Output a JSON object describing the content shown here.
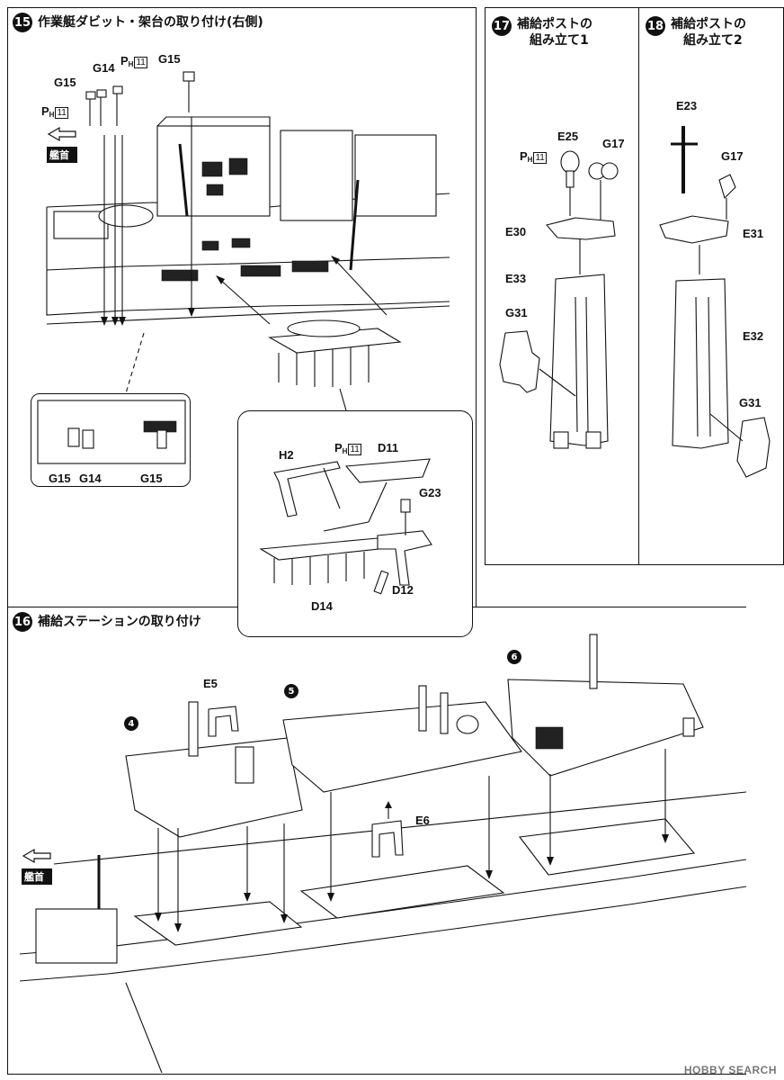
{
  "steps": {
    "s15": {
      "num": "15",
      "title": "作業艇ダビット・架台の取り付け(右側)"
    },
    "s16": {
      "num": "16",
      "title": "補給ステーションの取り付け"
    },
    "s17": {
      "num": "17",
      "title": "補給ポストの\n　組み立て1"
    },
    "s18": {
      "num": "18",
      "title": "補給ポストの\n　組み立て2"
    }
  },
  "bow_label": "艦首",
  "photo_etch": {
    "letter": "P",
    "sub": "H",
    "num": "11"
  },
  "parts15": {
    "g15_a": "G15",
    "g14": "G14",
    "g15_b": "G15",
    "inset_g15_a": "G15",
    "inset_g14": "G14",
    "inset_g15_b": "G15",
    "h2": "H2",
    "d11": "D11",
    "g23": "G23",
    "d14": "D14",
    "d12": "D12"
  },
  "parts17": {
    "e25": "E25",
    "g17": "G17",
    "e30": "E30",
    "e33": "E33",
    "g31": "G31"
  },
  "parts18": {
    "e23": "E23",
    "g17": "G17",
    "e31": "E31",
    "e32": "E32",
    "g31": "G31"
  },
  "parts16": {
    "e5": "E5",
    "e6": "E6",
    "sub4": "4",
    "sub5": "5",
    "sub6": "6"
  },
  "watermark": "HOBBY SEARCH"
}
